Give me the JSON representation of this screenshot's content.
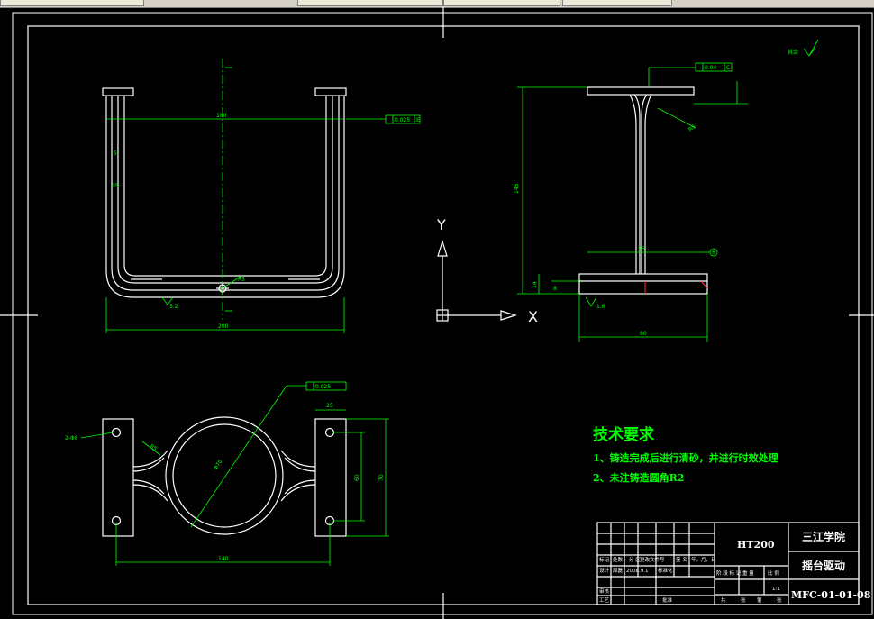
{
  "technical_requirements": {
    "title": "技术要求",
    "items": [
      "1、铸造完成后进行清砂，并进行时效处理",
      "2、未注铸造圆角R2"
    ]
  },
  "title_block": {
    "material": "HT200",
    "school": "三江学院",
    "part_name": "摇台驱动",
    "drawing_number": "MFC-01-01-08",
    "scale": "1:1",
    "row1": [
      "标记",
      "处数",
      "分  区",
      "更改文件号",
      "签 名",
      "年、月、日"
    ],
    "row2": [
      "设计",
      "周磊",
      "2008.9.1",
      "标准化"
    ],
    "row3_labels": [
      "阶 段 标 记",
      "重 量",
      "比 例"
    ],
    "row4": [
      "审核"
    ],
    "row5": [
      "工艺",
      "批准"
    ],
    "footer": [
      "共",
      "张",
      "第",
      "张"
    ]
  },
  "ucs": {
    "x_label": "X",
    "y_label": "Y"
  },
  "dimensions": {
    "front_width": "200",
    "front_inner": "180",
    "front_h1": "5",
    "front_h2": "35",
    "front_tol": "0.025",
    "front_datum": "E",
    "front_r": "R5",
    "front_bot": "3.2",
    "side_height": "145",
    "side_tol": "0.04",
    "side_datum": "C",
    "side_web": "25",
    "side_r": "R5",
    "side_base": "80",
    "side_base_h": "14",
    "side_base_h2": "8",
    "side_ra": "1.6",
    "side_ref": "6",
    "top_dia": "Φ70",
    "top_tol": "0.025",
    "top_width": "140",
    "top_h1": "60",
    "top_h2": "70",
    "top_w": "25",
    "top_left": "2-Φ8",
    "top_r": "R5",
    "surface_note": "其余"
  }
}
